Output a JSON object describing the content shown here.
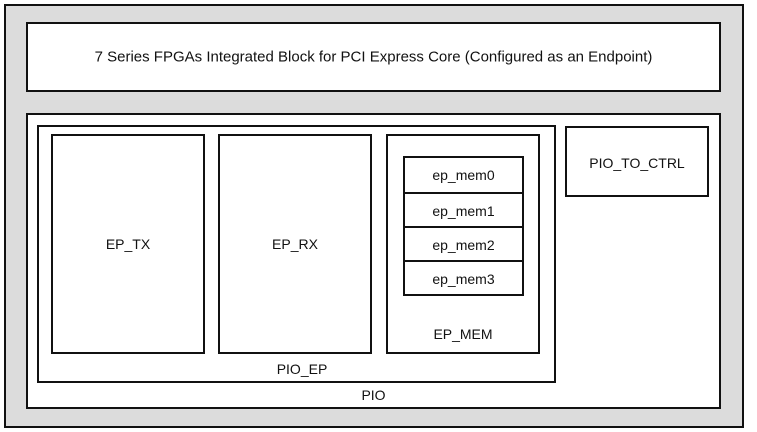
{
  "diagram": {
    "core_block": "7 Series FPGAs Integrated Block for PCI Express Core (Configured as an Endpoint)",
    "pio": "PIO",
    "pio_ep": "PIO_EP",
    "ep_tx": "EP_TX",
    "ep_rx": "EP_RX",
    "ep_mem": "EP_MEM",
    "memories": [
      "ep_mem0",
      "ep_mem1",
      "ep_mem2",
      "ep_mem3"
    ],
    "pio_to_ctrl": "PIO_TO_CTRL"
  }
}
